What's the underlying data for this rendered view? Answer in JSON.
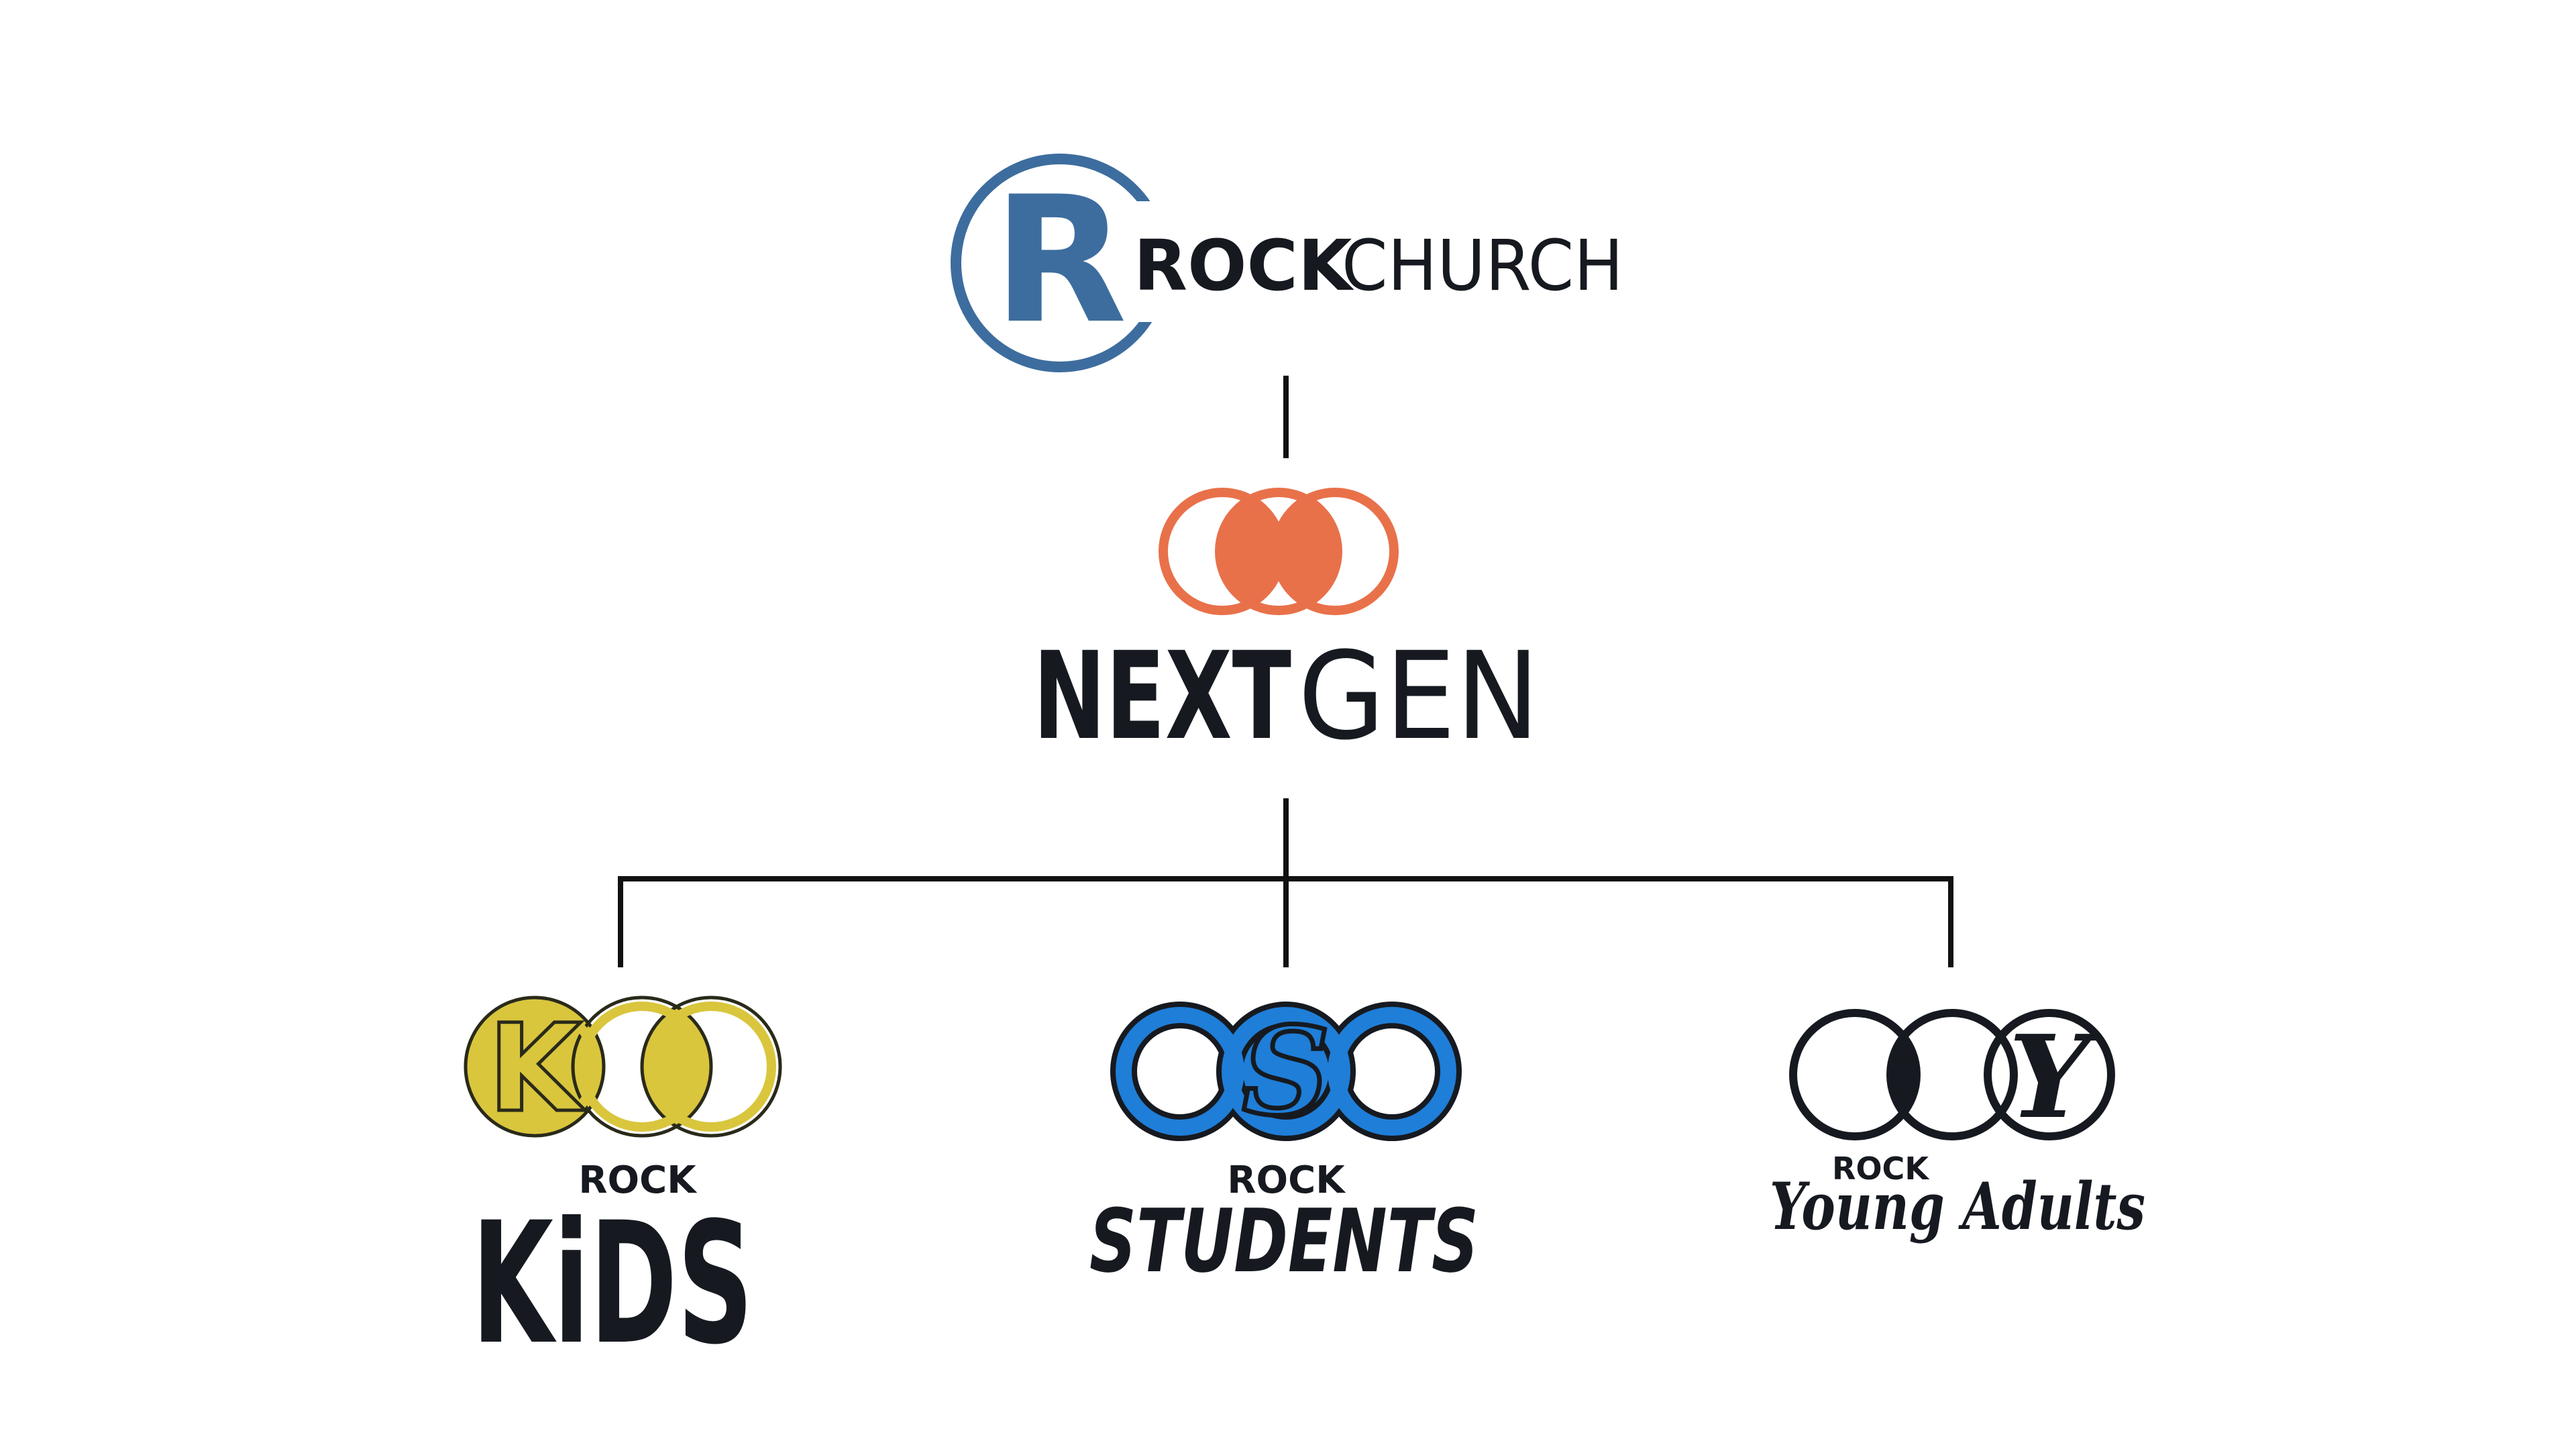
{
  "colors": {
    "rock_blue": "#3d6d9e",
    "nextgen_orange": "#e8714a",
    "kids_yellow": "#d9c63d",
    "students_blue": "#1f7ed8",
    "dark": "#161a20",
    "line": "#111111"
  },
  "rock_church": {
    "monogram": "R",
    "word_bold": "ROCK",
    "word_light": "CHURCH"
  },
  "next_gen": {
    "word_bold": "NEXT",
    "word_light": "GEN"
  },
  "ministries": [
    {
      "id": "kids",
      "top": "ROCK",
      "name": "KiDS",
      "monogram": "K"
    },
    {
      "id": "students",
      "top": "ROCK",
      "name": "STUDENTS",
      "monogram": "S"
    },
    {
      "id": "young_adults",
      "top": "ROCK",
      "name": "Young Adults",
      "monogram": "Y"
    }
  ]
}
